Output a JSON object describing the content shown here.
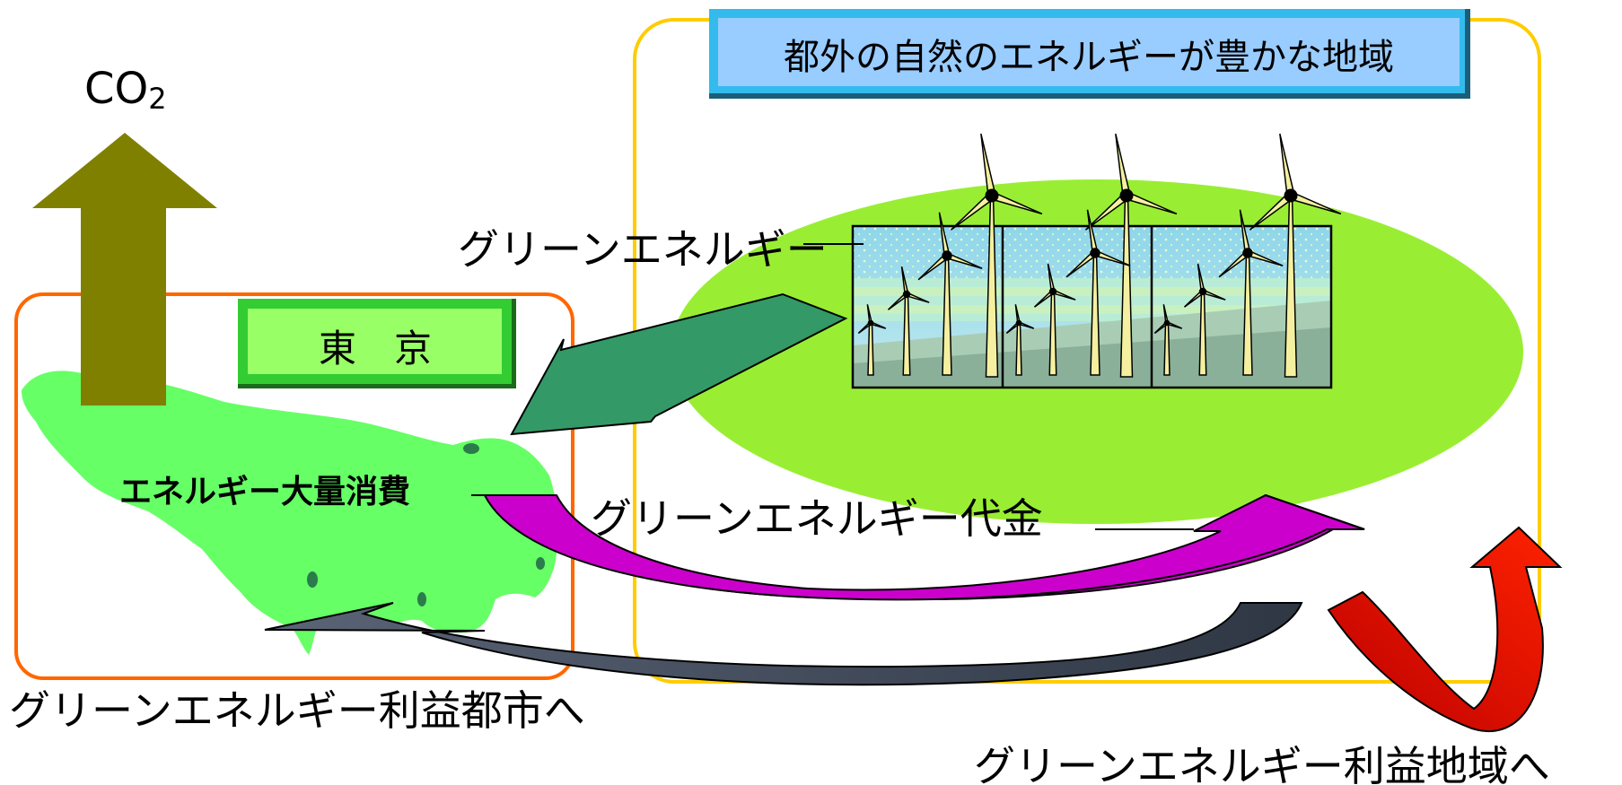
{
  "co2": {
    "text": "CO",
    "subscript": "2"
  },
  "tokyo": {
    "title": "東　京",
    "consumption": "エネルギー大量消費"
  },
  "region": {
    "title": "都外の自然のエネルギーが豊かな地域"
  },
  "flows": {
    "green_energy": "グリーンエネルギー",
    "payment": "グリーンエネルギー代金",
    "profit_city": "グリーンエネルギー利益都市へ",
    "profit_region": "グリーンエネルギー利益地域へ"
  },
  "colors": {
    "co2_arrow": "#808000",
    "tokyo_frame": "#ff6600",
    "tokyo_map": "#66ff66",
    "tokyo_title_bg": "#99ff66",
    "tokyo_title_border": "#339933",
    "region_frame": "#ffcc00",
    "region_ellipse": "#99ee33",
    "region_title_bg": "#99ccff",
    "region_title_border": "#0099cc",
    "energy_arrow": "#339966",
    "payment_arrow": "#cc00cc",
    "profit_city_arrow": "#3d4856",
    "profit_region_arrow": "#ee0000"
  },
  "icons": [
    "wind-turbine-icon"
  ]
}
